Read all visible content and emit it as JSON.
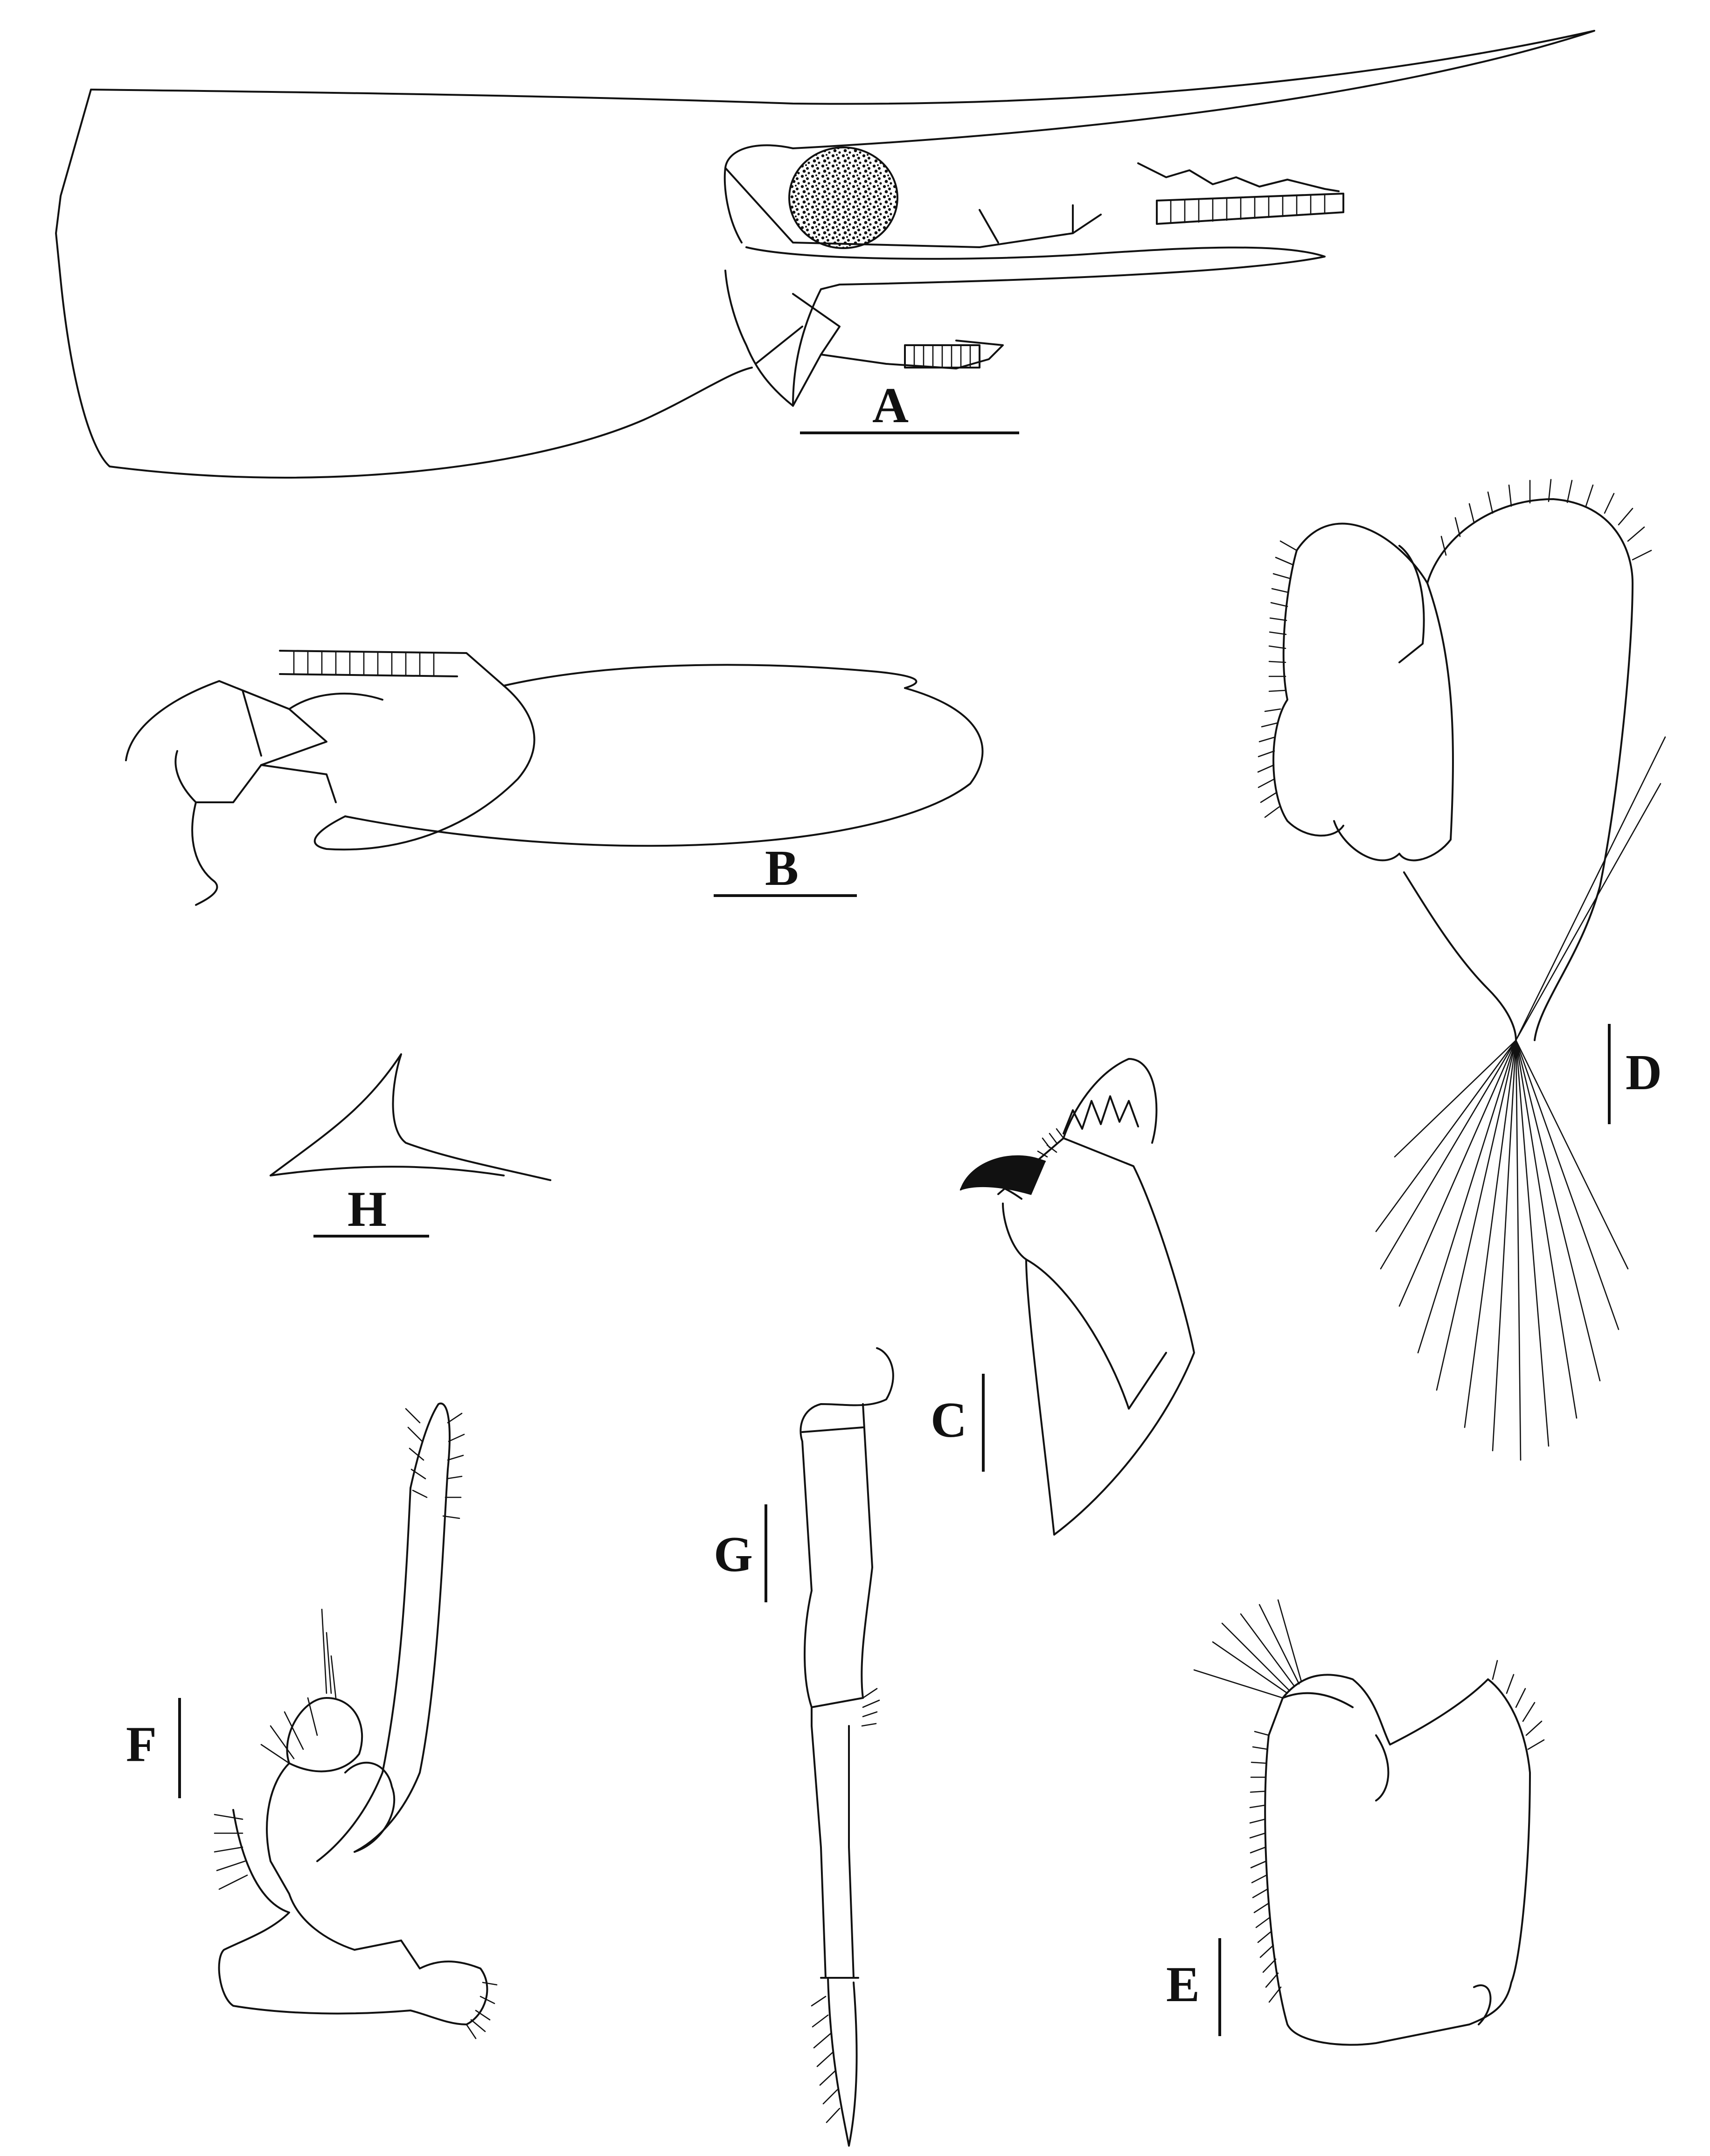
{
  "figure": {
    "panels": [
      {
        "id": "A",
        "label": "A"
      },
      {
        "id": "B",
        "label": "B"
      },
      {
        "id": "C",
        "label": "C"
      },
      {
        "id": "D",
        "label": "D"
      },
      {
        "id": "E",
        "label": "E"
      },
      {
        "id": "F",
        "label": "F"
      },
      {
        "id": "G",
        "label": "G"
      },
      {
        "id": "H",
        "label": "H"
      }
    ],
    "colors": {
      "ink": "#111111",
      "background": "#ffffff",
      "eye": "#2a2a2a"
    }
  }
}
